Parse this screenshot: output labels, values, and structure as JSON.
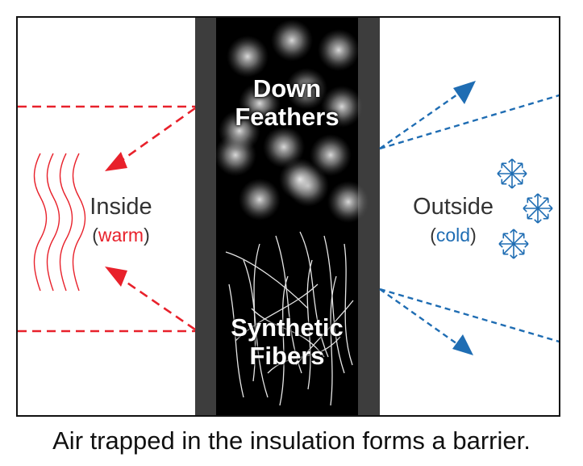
{
  "diagram": {
    "inside": {
      "title": "Inside",
      "paren_open": "(",
      "qualifier": "warm",
      "paren_close": ")"
    },
    "outside": {
      "title": "Outside",
      "paren_open": "(",
      "qualifier": "cold",
      "paren_close": ")"
    },
    "core": {
      "down": {
        "line1": "Down",
        "line2": "Feathers"
      },
      "synthetic": {
        "line1": "Synthetic",
        "line2": "Fibers"
      }
    },
    "icons": [
      "warmth-waves-icon",
      "snowflake-icon"
    ]
  },
  "caption": "Air trapped in the insulation forms a barrier.",
  "colors": {
    "warm": "#e8212b",
    "cold": "#1f6db3",
    "wall": "#3d3d3d",
    "core": "#000000",
    "text": "#333333"
  }
}
